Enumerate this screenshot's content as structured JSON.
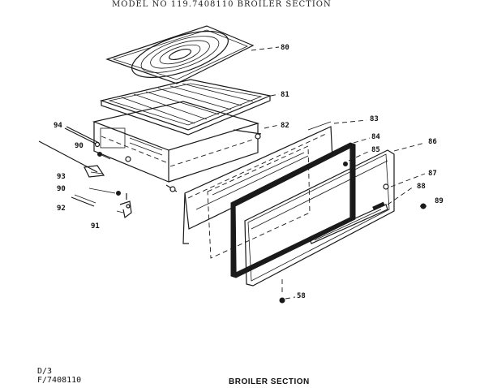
{
  "header": {
    "title": "MODEL NO 119.7408110 BROILER SECTION"
  },
  "callouts": {
    "p80": "80",
    "p81": "81",
    "p82": "82",
    "p83": "83",
    "p84": "84",
    "p85": "85",
    "p86": "86",
    "p87": "87",
    "p88": "88",
    "p89": "89",
    "p58": "58",
    "p94": "94",
    "p90a": "90",
    "p93": "93",
    "p90b": "90",
    "p92": "92",
    "p91": "91"
  },
  "footer": {
    "page_code": "D/3",
    "model_code": "F/7408110",
    "caption": "BROILER SECTION"
  }
}
